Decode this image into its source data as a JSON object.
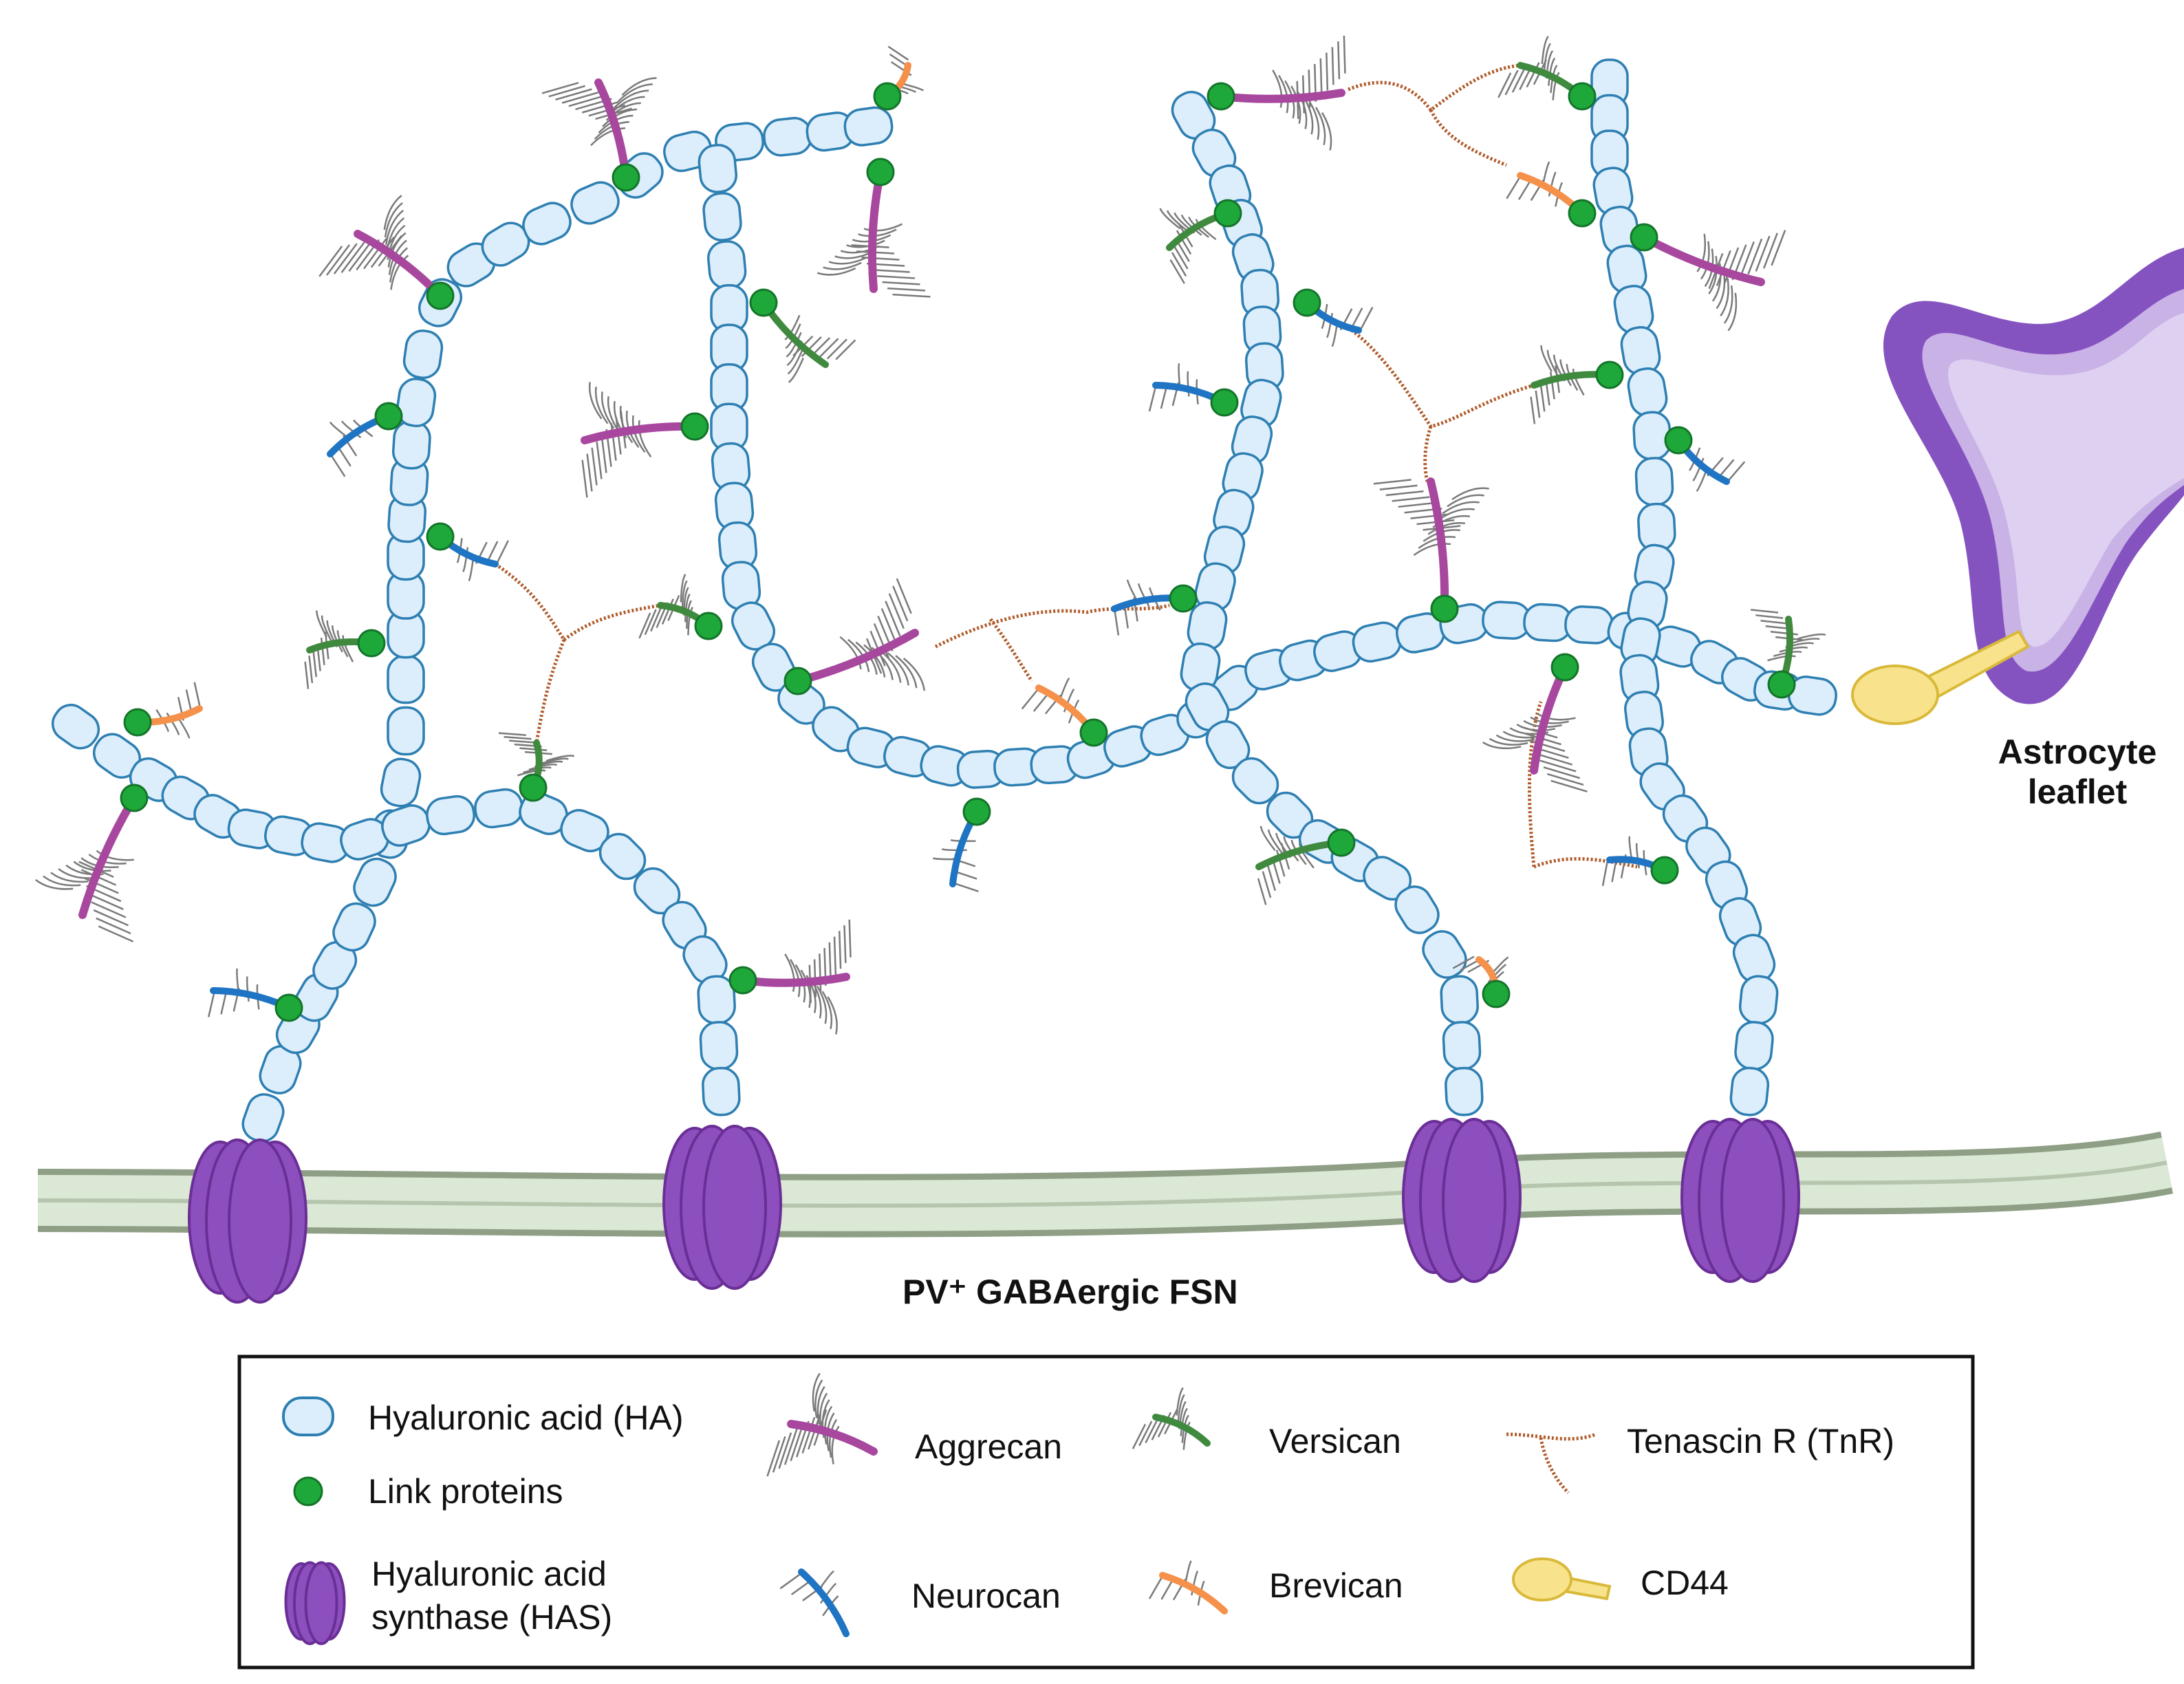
{
  "colors": {
    "ha_fill": "#dceefb",
    "ha_stroke": "#2e7fb2",
    "link": "#1fa83a",
    "link_stroke": "#13752a",
    "has": "#8d4fbe",
    "has_dark": "#6a2f96",
    "aggrecan": "#a8479e",
    "versican": "#3f8a3f",
    "neurocan": "#1f74c3",
    "brevican": "#f5914a",
    "tenascin": "#b05a2a",
    "cd44_fill": "#f8e38c",
    "cd44_stroke": "#d9b93a",
    "membrane": "#dbe8d5",
    "membrane_stroke": "#8e9f86",
    "astro_outer": "#8553c0",
    "astro_mid": "#c9b2e6",
    "astro_inner": "#ddd0f1",
    "gag": "#7a7a7a"
  },
  "labels": {
    "neuron": "PV⁺ GABAergic FSN",
    "astrocyte_line1": "Astrocyte",
    "astrocyte_line2": "leaflet"
  },
  "legend": {
    "ha": "Hyaluronic acid (HA)",
    "link": "Link proteins",
    "has_line1": "Hyaluronic acid",
    "has_line2": "synthase (HAS)",
    "aggrecan": "Aggrecan",
    "neurocan": "Neurocan",
    "versican": "Versican",
    "brevican": "Brevican",
    "tenascin": "Tenascin R (TnR)",
    "cd44": "CD44"
  },
  "icons": [
    "hyaluronic-acid-icon",
    "link-protein-icon",
    "has-icon",
    "aggrecan-icon",
    "neurocan-icon",
    "versican-icon",
    "brevican-icon",
    "tenascin-icon",
    "cd44-icon"
  ]
}
